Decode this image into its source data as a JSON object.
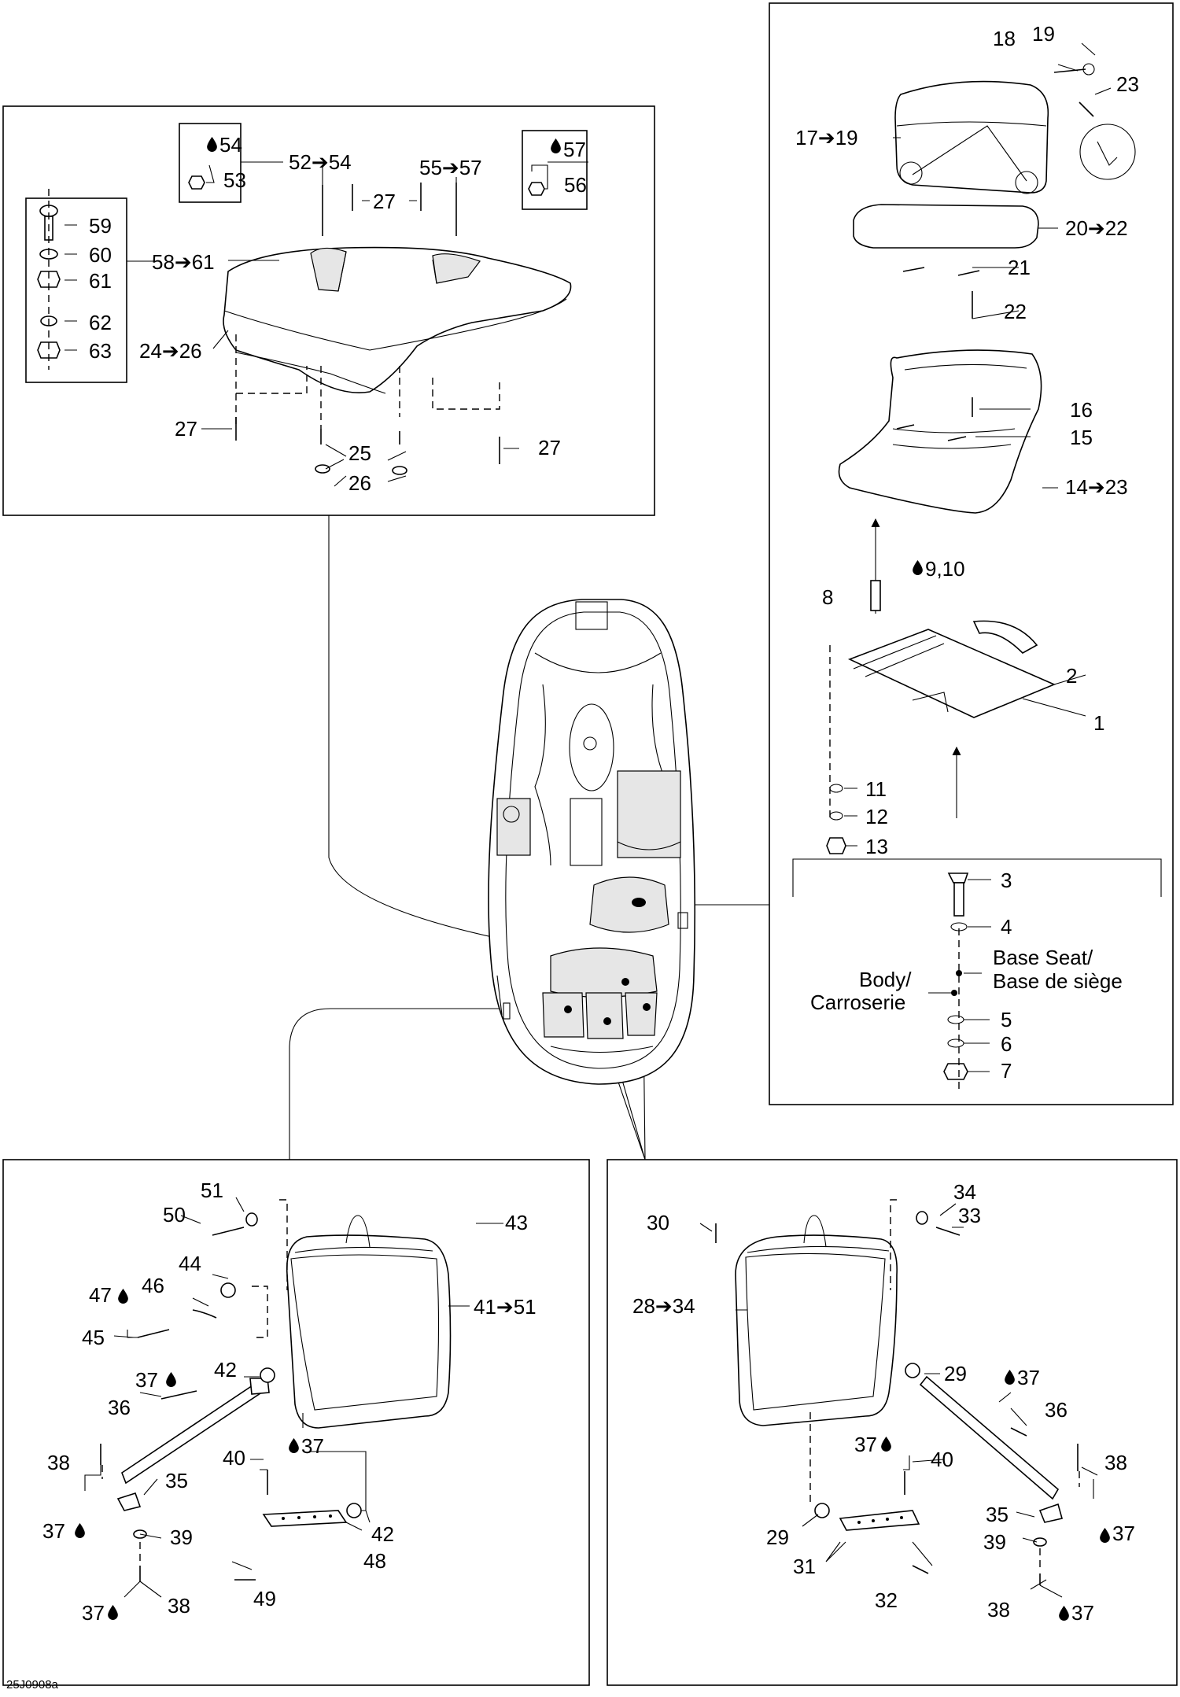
{
  "figure_code": "25J0908a",
  "labels": {
    "p18": "18",
    "p19": "19",
    "p23": "23",
    "p17_19": "17➔19",
    "p20_22": "20➔22",
    "p21": "21",
    "p22": "22",
    "p16": "16",
    "p15": "15",
    "p14_23": "14➔23",
    "p9_10": "9,10",
    "p8": "8",
    "p2": "2",
    "p1": "1",
    "p11": "11",
    "p12": "12",
    "p13": "13",
    "p3": "3",
    "p4": "4",
    "p5": "5",
    "p6": "6",
    "p7": "7",
    "p54": "54",
    "p53": "53",
    "p52_54": "52➔54",
    "p55_57": "55➔57",
    "p57": "57",
    "p56": "56",
    "p27a": "27",
    "p59": "59",
    "p60": "60",
    "p61": "61",
    "p58_61": "58➔61",
    "p62": "62",
    "p63": "63",
    "p24_26": "24➔26",
    "p27b": "27",
    "p25": "25",
    "p26": "26",
    "p27c": "27",
    "p51": "51",
    "p50": "50",
    "p43": "43",
    "p44": "44",
    "p47": "47",
    "p46": "46",
    "p45": "45",
    "p41_51": "41➔51",
    "p37a": "37",
    "p42a": "42",
    "p36a": "36",
    "p40a": "40",
    "p37b": "37",
    "p38a": "38",
    "p35a": "35",
    "p37c": "37",
    "p42b": "42",
    "p39a": "39",
    "p48": "48",
    "p37d": "37",
    "p38b": "38",
    "p49": "49",
    "p34": "34",
    "p33": "33",
    "p30": "30",
    "p28_34": "28➔34",
    "p29a": "29",
    "p37e": "37",
    "p36b": "36",
    "p37f": "37",
    "p40b": "40",
    "p38c": "38",
    "p35b": "35",
    "p37g": "37",
    "p29b": "29",
    "p39b": "39",
    "p31": "31",
    "p32": "32",
    "p38d": "38",
    "p37h": "37"
  },
  "notes": {
    "base_seat": [
      "Base Seat/",
      "Base de siège"
    ],
    "body": [
      "Body/",
      "Carroserie"
    ]
  },
  "icons": {
    "adhesive": "droplet-icon"
  }
}
